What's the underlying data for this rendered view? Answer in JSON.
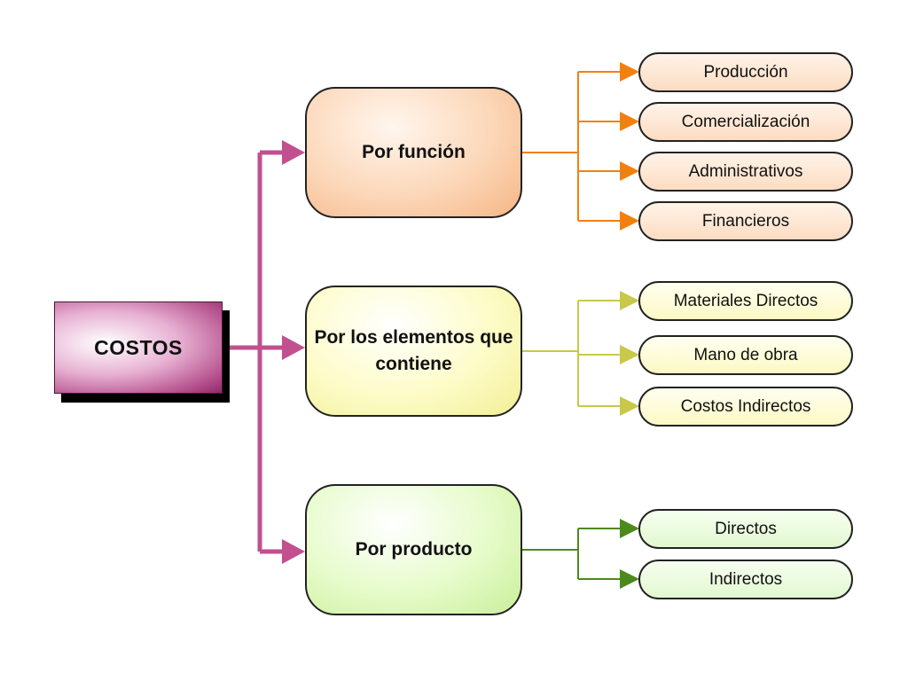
{
  "root": {
    "label": "COSTOS"
  },
  "colors": {
    "magenta": "#c2508f",
    "orange": "#f28010",
    "yellow": "#c8c84a",
    "green": "#4c8a1e"
  },
  "groups": [
    {
      "label": "Por función",
      "color": "orange",
      "items": [
        "Producción",
        "Comercialización",
        "Administrativos",
        "Financieros"
      ]
    },
    {
      "label": "Por los elementos que contiene",
      "color": "yellow",
      "items": [
        "Materiales Directos",
        "Mano de obra",
        "Costos Indirectos"
      ]
    },
    {
      "label": "Por producto",
      "color": "green",
      "items": [
        "Directos",
        "Indirectos"
      ]
    }
  ]
}
